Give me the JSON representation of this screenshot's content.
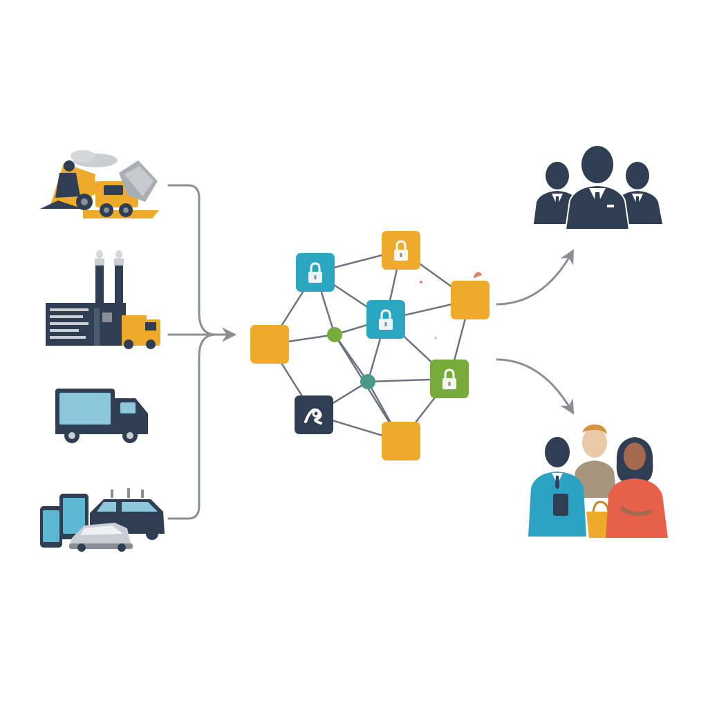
{
  "palette": {
    "navy": "#2f3e52",
    "yellow": "#eeaa2a",
    "teal": "#2aa6c1",
    "green": "#77ac3b",
    "gray_line": "#8a8f95",
    "smoke": "#c9ced3",
    "screen_blue": "#8cc7dc",
    "skin_dark": "#2f3e52",
    "skin_light": "#e9c9a6",
    "skin_tan": "#a36a4d",
    "shirt_teal": "#2ca3c2",
    "shirt_coral": "#e7604a",
    "shirt_khaki": "#a8957d"
  },
  "sources": [
    {
      "name": "mining-truck",
      "icon": "excavator-truck-icon"
    },
    {
      "name": "factory",
      "icon": "factory-icon"
    },
    {
      "name": "delivery-truck",
      "icon": "truck-icon"
    },
    {
      "name": "devices-vehicles",
      "icon": "devices-car-icon"
    }
  ],
  "network": {
    "nodes": [
      {
        "id": "n-lock-teal-left",
        "kind": "square",
        "color": "teal",
        "icon": "lock-icon"
      },
      {
        "id": "n-lock-yellow-top",
        "kind": "square",
        "color": "yellow",
        "icon": "lock-icon"
      },
      {
        "id": "n-lock-teal-center",
        "kind": "square",
        "color": "teal",
        "icon": "lock-icon"
      },
      {
        "id": "n-yellow-right",
        "kind": "square",
        "color": "yellow",
        "icon": ""
      },
      {
        "id": "n-yellow-left",
        "kind": "square",
        "color": "yellow",
        "icon": ""
      },
      {
        "id": "n-lock-green-right",
        "kind": "square",
        "color": "green",
        "icon": "lock-icon"
      },
      {
        "id": "n-navy-tool",
        "kind": "square",
        "color": "navy",
        "icon": "wrench-icon"
      },
      {
        "id": "n-yellow-bottom",
        "kind": "square",
        "color": "yellow",
        "icon": ""
      },
      {
        "id": "hub-green",
        "kind": "dot",
        "color": "green",
        "icon": ""
      },
      {
        "id": "hub-teal",
        "kind": "dot",
        "color": "teal_dark",
        "icon": ""
      }
    ],
    "edges": [
      [
        "n-lock-teal-left",
        "n-lock-yellow-top"
      ],
      [
        "n-lock-teal-left",
        "n-yellow-left"
      ],
      [
        "n-lock-teal-left",
        "hub-green"
      ],
      [
        "n-lock-yellow-top",
        "n-lock-teal-center"
      ],
      [
        "n-lock-yellow-top",
        "n-yellow-right"
      ],
      [
        "n-lock-teal-left",
        "n-lock-teal-center"
      ],
      [
        "n-lock-teal-center",
        "n-yellow-right"
      ],
      [
        "n-lock-teal-center",
        "hub-green"
      ],
      [
        "n-lock-teal-center",
        "hub-teal"
      ],
      [
        "n-lock-teal-center",
        "n-lock-green-right"
      ],
      [
        "n-yellow-left",
        "hub-green"
      ],
      [
        "n-yellow-left",
        "n-navy-tool"
      ],
      [
        "hub-green",
        "hub-teal"
      ],
      [
        "hub-green",
        "n-yellow-bottom"
      ],
      [
        "hub-teal",
        "n-lock-green-right"
      ],
      [
        "hub-teal",
        "n-navy-tool"
      ],
      [
        "hub-teal",
        "n-yellow-bottom"
      ],
      [
        "n-navy-tool",
        "n-yellow-bottom"
      ],
      [
        "n-yellow-bottom",
        "n-lock-green-right"
      ],
      [
        "n-yellow-right",
        "n-lock-green-right"
      ]
    ]
  },
  "outputs": [
    {
      "name": "business-group",
      "icon": "business-people-icon"
    },
    {
      "name": "consumer-group",
      "icon": "consumers-icon"
    }
  ]
}
